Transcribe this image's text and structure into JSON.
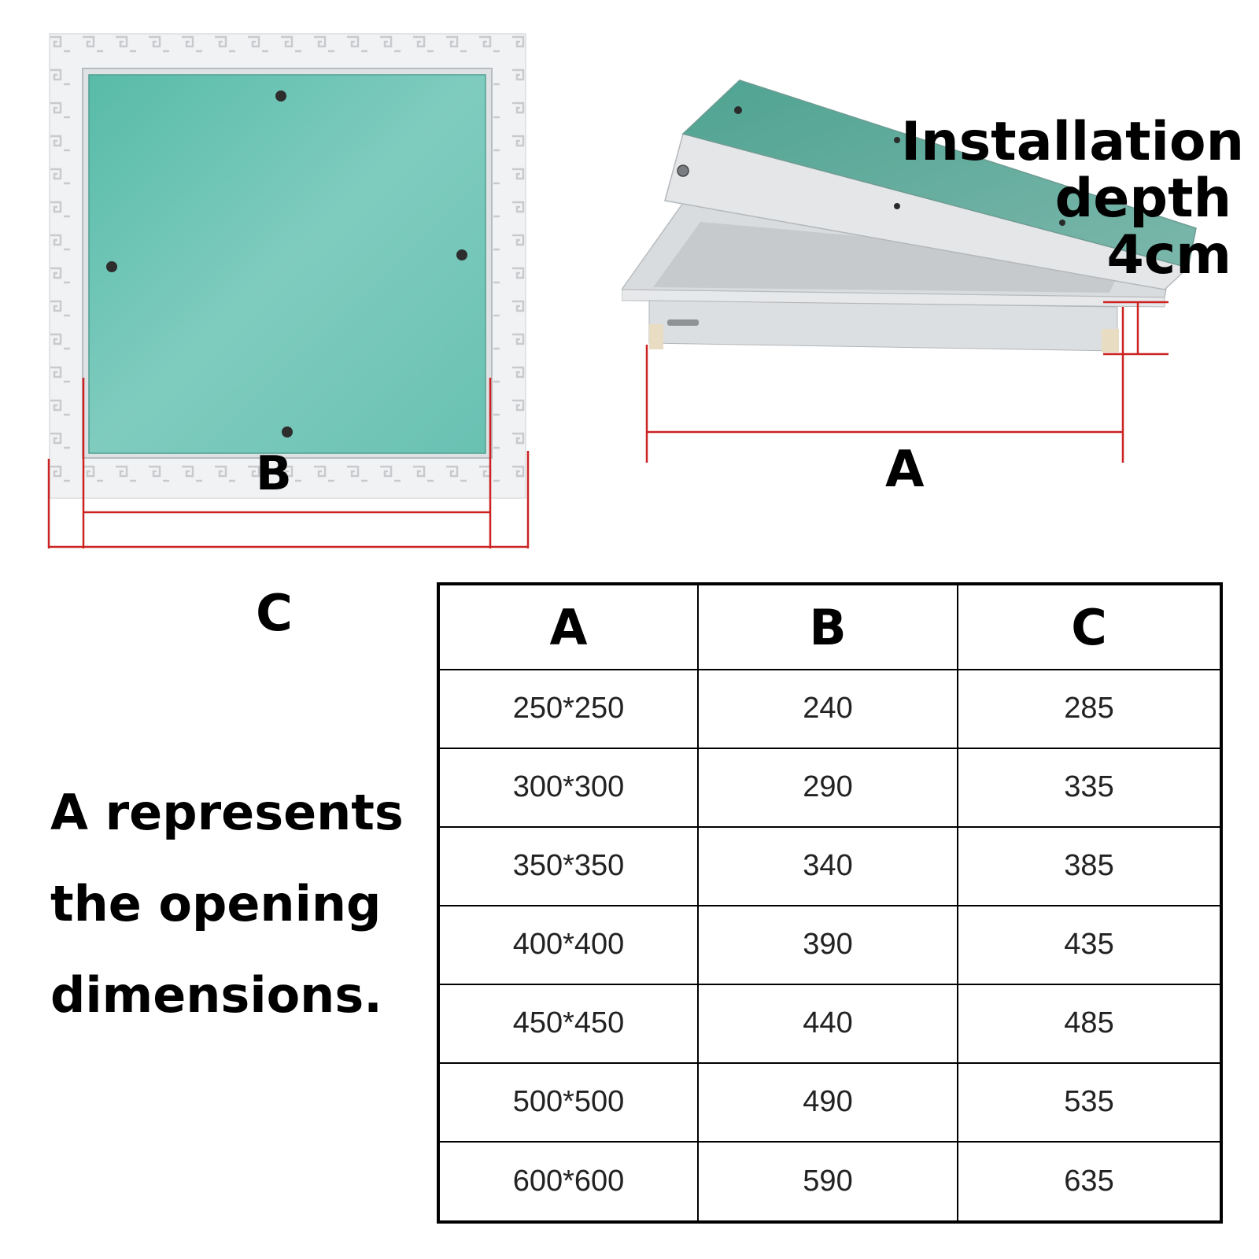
{
  "labels": {
    "front_b": "B",
    "front_c": "C",
    "side_a": "A",
    "depth_line1": "Installation",
    "depth_line2": "depth",
    "depth_value": "4cm"
  },
  "note": {
    "line1": "A represents",
    "line2": "the opening",
    "line3": "dimensions."
  },
  "colors": {
    "panel_green": "#7fc9bd",
    "frame_white": "#f1f2f4",
    "dimension_red": "#cc2222"
  },
  "table": {
    "headers": [
      "A",
      "B",
      "C"
    ],
    "rows": [
      [
        "250*250",
        "240",
        "285"
      ],
      [
        "300*300",
        "290",
        "335"
      ],
      [
        "350*350",
        "340",
        "385"
      ],
      [
        "400*400",
        "390",
        "435"
      ],
      [
        "450*450",
        "440",
        "485"
      ],
      [
        "500*500",
        "490",
        "535"
      ],
      [
        "600*600",
        "590",
        "635"
      ]
    ]
  }
}
